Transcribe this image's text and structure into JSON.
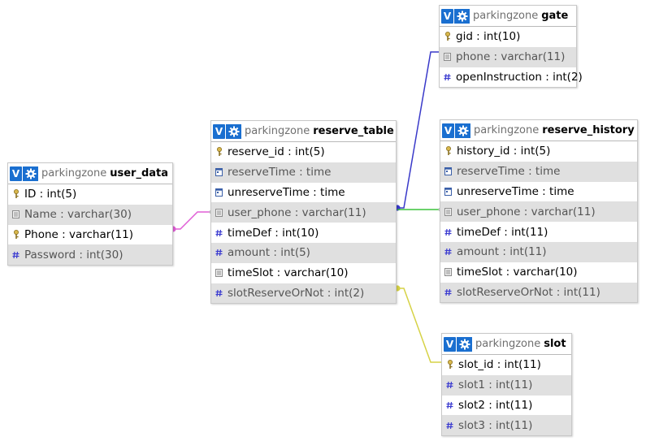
{
  "colors": {
    "link_user_reserve": "#e05ed6",
    "link_reserve_gate": "#3939c9",
    "link_reserve_history": "#3bc33b",
    "link_reserve_slot": "#d6d246",
    "header_badge": "#1a6fd0",
    "alt_row": "#e0e0e0"
  },
  "badge_label": "V",
  "tables": {
    "user_data": {
      "db": "parkingzone",
      "name": "user_data",
      "columns": [
        {
          "text": "ID : int(5)",
          "icon": "primary-key-icon"
        },
        {
          "text": "Name : varchar(30)",
          "icon": "text-type-icon"
        },
        {
          "text": "Phone : varchar(11)",
          "icon": "primary-key-icon"
        },
        {
          "text": "Password : int(30)",
          "icon": "number-type-icon"
        }
      ]
    },
    "reserve_table": {
      "db": "parkingzone",
      "name": "reserve_table",
      "columns": [
        {
          "text": "reserve_id : int(5)",
          "icon": "primary-key-icon"
        },
        {
          "text": "reserveTime : time",
          "icon": "time-type-icon"
        },
        {
          "text": "unreserveTime : time",
          "icon": "time-type-icon"
        },
        {
          "text": "user_phone : varchar(11)",
          "icon": "text-type-icon"
        },
        {
          "text": "timeDef : int(10)",
          "icon": "number-type-icon"
        },
        {
          "text": "amount : int(5)",
          "icon": "number-type-icon"
        },
        {
          "text": "timeSlot : varchar(10)",
          "icon": "text-type-icon"
        },
        {
          "text": "slotReserveOrNot : int(2)",
          "icon": "number-type-icon"
        }
      ]
    },
    "gate": {
      "db": "parkingzone",
      "name": "gate",
      "columns": [
        {
          "text": "gid : int(10)",
          "icon": "primary-key-icon"
        },
        {
          "text": "phone : varchar(11)",
          "icon": "text-type-icon"
        },
        {
          "text": "openInstruction : int(2)",
          "icon": "number-type-icon"
        }
      ]
    },
    "reserve_history": {
      "db": "parkingzone",
      "name": "reserve_history",
      "columns": [
        {
          "text": "history_id : int(5)",
          "icon": "primary-key-icon"
        },
        {
          "text": "reserveTime : time",
          "icon": "time-type-icon"
        },
        {
          "text": "unreserveTime : time",
          "icon": "time-type-icon"
        },
        {
          "text": "user_phone : varchar(11)",
          "icon": "text-type-icon"
        },
        {
          "text": "timeDef : int(11)",
          "icon": "number-type-icon"
        },
        {
          "text": "amount : int(11)",
          "icon": "number-type-icon"
        },
        {
          "text": "timeSlot : varchar(10)",
          "icon": "text-type-icon"
        },
        {
          "text": "slotReserveOrNot : int(11)",
          "icon": "number-type-icon"
        }
      ]
    },
    "slot": {
      "db": "parkingzone",
      "name": "slot",
      "columns": [
        {
          "text": "slot_id : int(11)",
          "icon": "primary-key-icon"
        },
        {
          "text": "slot1 : int(11)",
          "icon": "number-type-icon"
        },
        {
          "text": "slot2 : int(11)",
          "icon": "number-type-icon"
        },
        {
          "text": "slot3 : int(11)",
          "icon": "number-type-icon"
        }
      ]
    }
  }
}
